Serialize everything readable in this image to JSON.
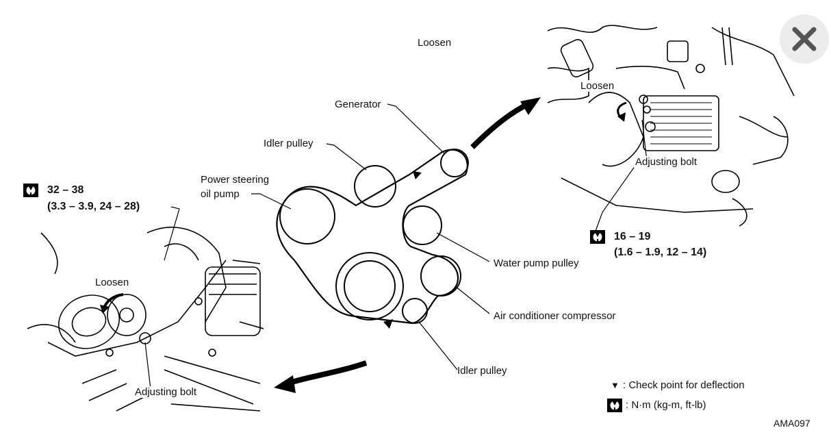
{
  "labels": {
    "loosen_top": "Loosen",
    "generator": "Generator",
    "idler_pulley_top": "Idler pulley",
    "power_steering_l1": "Power steering",
    "power_steering_l2": "oil pump",
    "water_pump": "Water pump pulley",
    "ac_compressor": "Air conditioner compressor",
    "idler_pulley_bottom": "Idler pulley",
    "loosen_right": "Loosen",
    "adjusting_bolt_right": "Adjusting bolt",
    "loosen_left": "Loosen",
    "adjusting_bolt_left": "Adjusting bolt",
    "code": "AMA097"
  },
  "torque_left": {
    "line1": "32 – 38",
    "line2": "(3.3 – 3.9, 24 – 28)"
  },
  "torque_right": {
    "line1": "16 – 19",
    "line2": "(1.6 – 1.9, 12 – 14)"
  },
  "legend": {
    "check_point_symbol": "▼",
    "check_point_text": ": Check point for deflection",
    "torque_text": ": N·m (kg-m, ft-lb)"
  },
  "controls": {
    "close_icon": "close-x-icon"
  }
}
